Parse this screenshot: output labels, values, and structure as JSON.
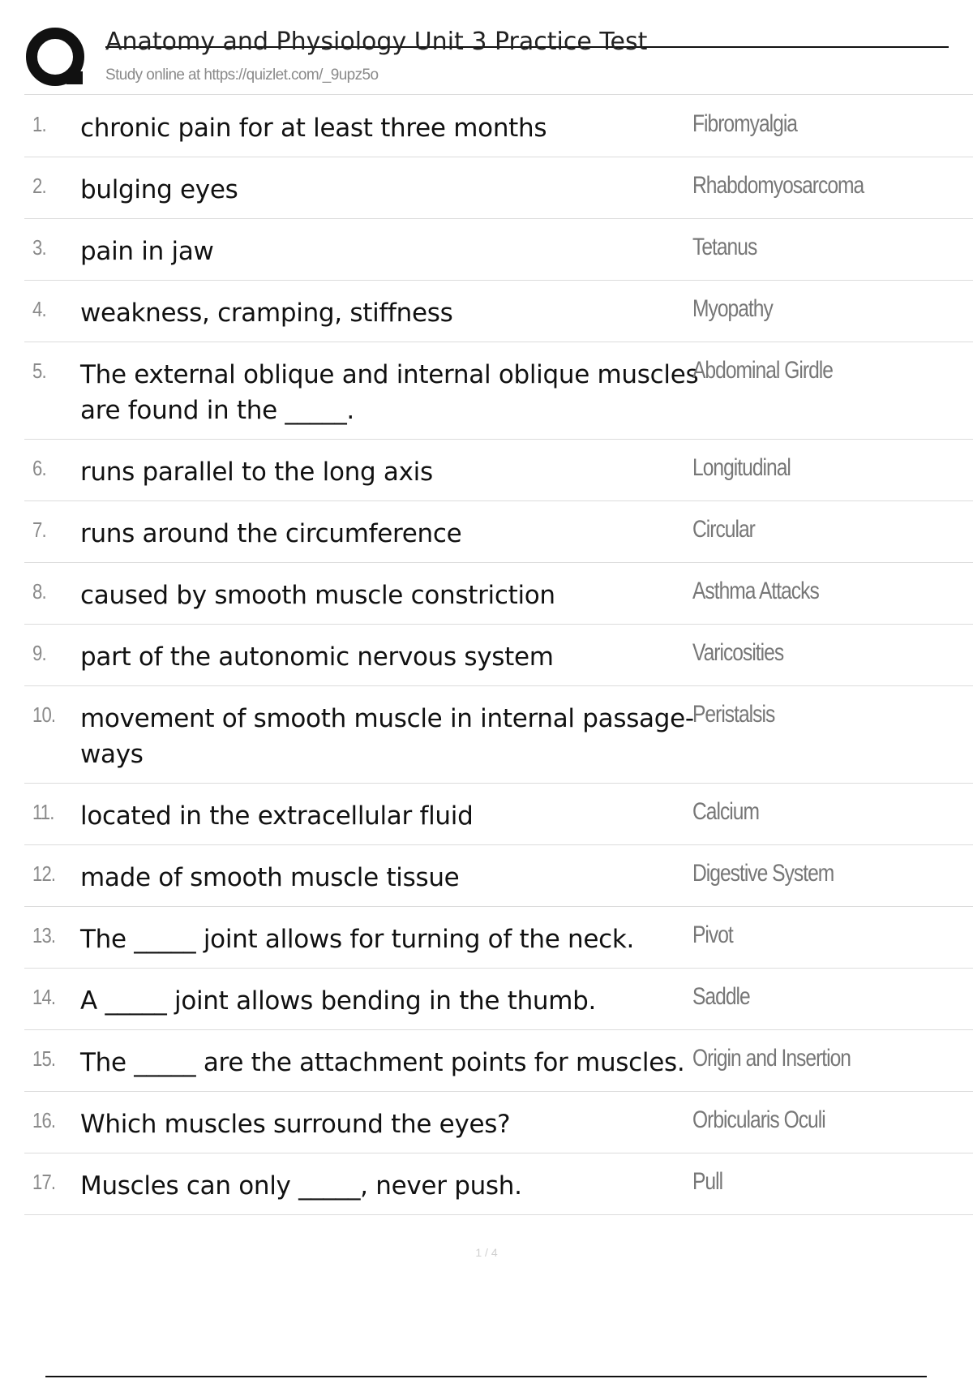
{
  "header": {
    "title": "Anatomy and Physiology Unit 3 Practice Test",
    "subtitle": "Study online at https://quizlet.com/_9upz5o",
    "logo_icon": "quizlet-q-logo-icon"
  },
  "items": [
    {
      "num": "1.",
      "term": "chronic pain for at least three months",
      "definition": "Fibromyalgia"
    },
    {
      "num": "2.",
      "term": "bulging eyes",
      "definition": "Rhabdomyosarcoma"
    },
    {
      "num": "3.",
      "term": "pain in jaw",
      "definition": "Tetanus"
    },
    {
      "num": "4.",
      "term": "weakness, cramping, stiffness",
      "definition": "Myopathy"
    },
    {
      "num": "5.",
      "term": "The external oblique and internal oblique muscles are found in the _____.",
      "definition": "Abdominal Girdle"
    },
    {
      "num": "6.",
      "term": "runs parallel to the long axis",
      "definition": "Longitudinal"
    },
    {
      "num": "7.",
      "term": "runs around the circumference",
      "definition": "Circular"
    },
    {
      "num": "8.",
      "term": "caused by smooth muscle constriction",
      "definition": "Asthma Attacks"
    },
    {
      "num": "9.",
      "term": "part of the autonomic nervous system",
      "definition": "Varicosities"
    },
    {
      "num": "10.",
      "term": "movement of smooth muscle in internal passage-ways",
      "definition": "Peristalsis"
    },
    {
      "num": "11.",
      "term": "located in the extracellular fluid",
      "definition": "Calcium"
    },
    {
      "num": "12.",
      "term": "made of smooth muscle tissue",
      "definition": "Digestive System"
    },
    {
      "num": "13.",
      "term": "The _____ joint allows for turning of the neck.",
      "definition": "Pivot"
    },
    {
      "num": "14.",
      "term": "A _____ joint allows bending in the thumb.",
      "definition": "Saddle"
    },
    {
      "num": "15.",
      "term": "The _____ are the attachment points for muscles.",
      "definition": "Origin and Insertion"
    },
    {
      "num": "16.",
      "term": "Which muscles surround the eyes?",
      "definition": "Orbicularis Oculi"
    },
    {
      "num": "17.",
      "term": "Muscles can only _____, never push.",
      "definition": "Pull"
    }
  ],
  "footer": {
    "page_indicator": "1 / 4"
  }
}
